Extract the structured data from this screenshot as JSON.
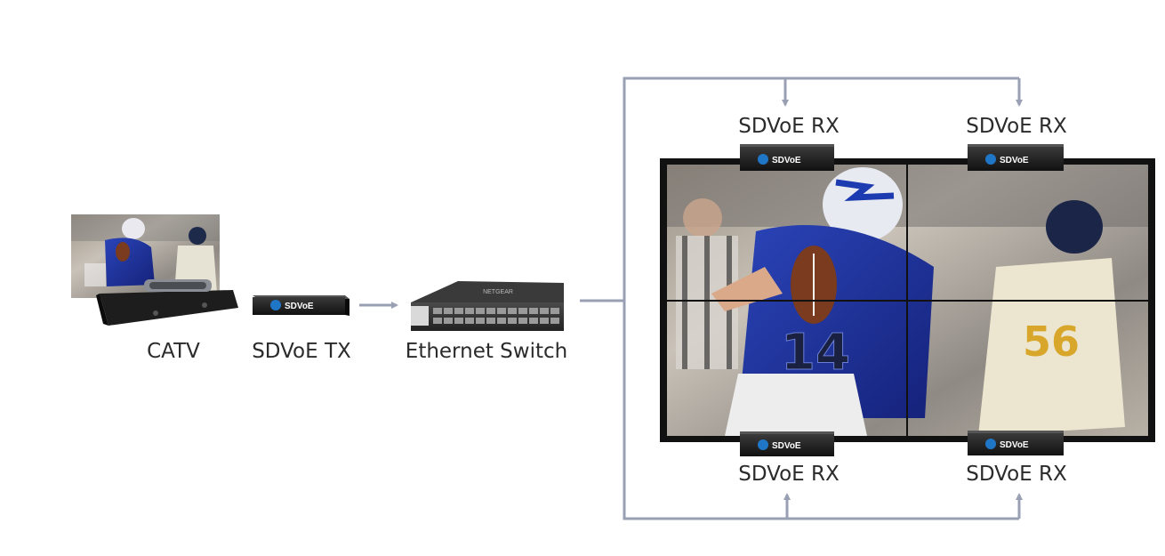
{
  "diagram": {
    "catv_label": "CATV",
    "tx_label": "SDVoE TX",
    "switch_label": "Ethernet Switch",
    "rx_top_left_label": "SDVoE RX",
    "rx_top_right_label": "SDVoE RX",
    "rx_bottom_left_label": "SDVoE RX",
    "rx_bottom_right_label": "SDVoE RX",
    "device_badge": "SDVoE",
    "switch_brand": "NETGEAR",
    "player_number": "14",
    "opponent_number": "56",
    "line_color": "#9aa0b4"
  },
  "icons": {
    "catv": "cable-box-icon",
    "tx": "sdvoe-transmitter-icon",
    "switch": "ethernet-switch-icon",
    "rx": "sdvoe-receiver-icon",
    "wall": "video-wall-icon"
  }
}
